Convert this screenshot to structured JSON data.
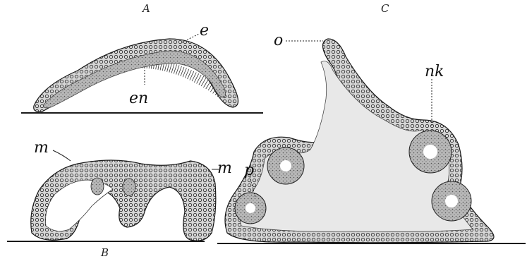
{
  "panels": {
    "a": {
      "letter": "A",
      "labels": {
        "ectoderm": "e",
        "endoderm": "en"
      }
    },
    "b": {
      "letter": "B",
      "labels": {
        "mesoglea_left": "m",
        "mesoglea_right": "m"
      }
    },
    "c": {
      "letter": "C",
      "labels": {
        "o": "o",
        "nk": "nk",
        "p": "p"
      }
    }
  },
  "colors": {
    "ink": "#1a1a1a",
    "tissue": "#cfcfcf",
    "tissue_dark": "#9a9a9a",
    "paper": "#ffffff"
  }
}
